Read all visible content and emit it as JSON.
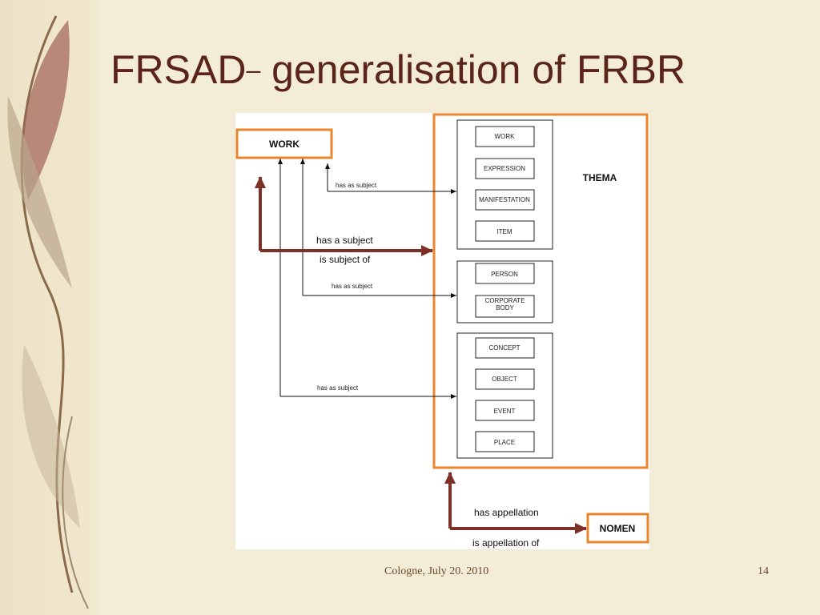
{
  "title": {
    "part1": "FRSAD",
    "dash": "–",
    "part2": " generalisation of FRBR"
  },
  "diagram": {
    "work_label": "WORK",
    "thema_label": "THEMA",
    "nomen_label": "NOMEN",
    "entity_groups": [
      [
        "WORK",
        "EXPRESSION",
        "MANIFESTATION",
        "ITEM"
      ],
      [
        "PERSON",
        "CORPORATE BODY"
      ],
      [
        "CONCEPT",
        "OBJECT",
        "EVENT",
        "PLACE"
      ]
    ],
    "relations": {
      "has_as_subject": "has as subject",
      "has_a_subject": "has a subject",
      "is_subject_of": "is subject of",
      "has_appellation": "has appellation",
      "is_appellation_of": "is appellation of"
    }
  },
  "footer": {
    "text": "Cologne, July 20. 2010",
    "page_number": "14"
  },
  "colors": {
    "title": "#5a2419",
    "orange_highlight": "#e8862c",
    "arrow_red": "#7e3027",
    "background": "#f3ecd6"
  }
}
